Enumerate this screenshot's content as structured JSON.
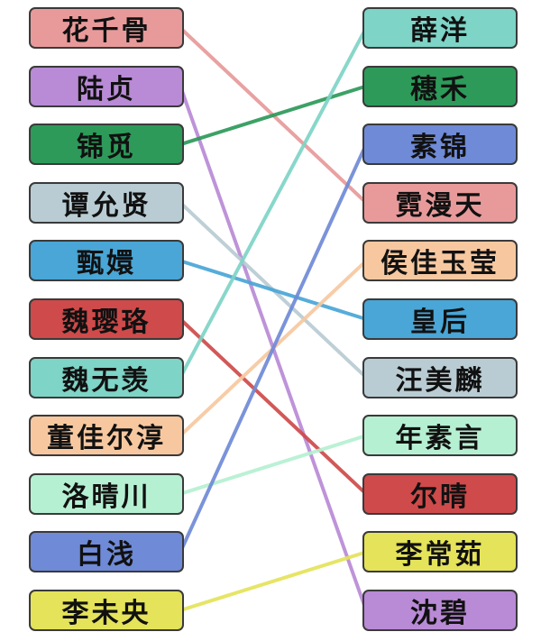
{
  "left": [
    {
      "id": "L0",
      "label": "花千骨",
      "color": "#e89a9a"
    },
    {
      "id": "L1",
      "label": "陆贞",
      "color": "#b98ad6"
    },
    {
      "id": "L2",
      "label": "锦觅",
      "color": "#2d9a5a"
    },
    {
      "id": "L3",
      "label": "谭允贤",
      "color": "#b9ccd3"
    },
    {
      "id": "L4",
      "label": "甄嬛",
      "color": "#49a6d6"
    },
    {
      "id": "L5",
      "label": "魏璎珞",
      "color": "#cf4a4a"
    },
    {
      "id": "L6",
      "label": "魏无羡",
      "color": "#7ed4c6"
    },
    {
      "id": "L7",
      "label": "董佳尔淳",
      "color": "#f7c8a0"
    },
    {
      "id": "L8",
      "label": "洛晴川",
      "color": "#b6f0d2"
    },
    {
      "id": "L9",
      "label": "白浅",
      "color": "#6f8ad6"
    },
    {
      "id": "L10",
      "label": "李未央",
      "color": "#e4e35a"
    }
  ],
  "right": [
    {
      "id": "R0",
      "label": "薛洋",
      "color": "#7ed4c6"
    },
    {
      "id": "R1",
      "label": "穗禾",
      "color": "#2d9a5a"
    },
    {
      "id": "R2",
      "label": "素锦",
      "color": "#6f8ad6"
    },
    {
      "id": "R3",
      "label": "霓漫天",
      "color": "#e89a9a"
    },
    {
      "id": "R4",
      "label": "侯佳玉莹",
      "color": "#f7c8a0"
    },
    {
      "id": "R5",
      "label": "皇后",
      "color": "#49a6d6"
    },
    {
      "id": "R6",
      "label": "汪美麟",
      "color": "#b9ccd3"
    },
    {
      "id": "R7",
      "label": "年素言",
      "color": "#b6f0d2"
    },
    {
      "id": "R8",
      "label": "尔晴",
      "color": "#cf4a4a"
    },
    {
      "id": "R9",
      "label": "李常茹",
      "color": "#e4e35a"
    },
    {
      "id": "R10",
      "label": "沈碧",
      "color": "#b98ad6"
    }
  ],
  "connections": [
    {
      "from": 0,
      "to": 3,
      "color": "#e89a9a"
    },
    {
      "from": 1,
      "to": 10,
      "color": "#b98ad6"
    },
    {
      "from": 2,
      "to": 1,
      "color": "#2d9a5a"
    },
    {
      "from": 3,
      "to": 6,
      "color": "#b9ccd3"
    },
    {
      "from": 4,
      "to": 5,
      "color": "#49a6d6"
    },
    {
      "from": 5,
      "to": 8,
      "color": "#cf4a4a"
    },
    {
      "from": 6,
      "to": 0,
      "color": "#7ed4c6"
    },
    {
      "from": 7,
      "to": 4,
      "color": "#f7c8a0"
    },
    {
      "from": 8,
      "to": 7,
      "color": "#b6f0d2"
    },
    {
      "from": 9,
      "to": 2,
      "color": "#6f8ad6"
    },
    {
      "from": 10,
      "to": 9,
      "color": "#e4e35a"
    }
  ]
}
